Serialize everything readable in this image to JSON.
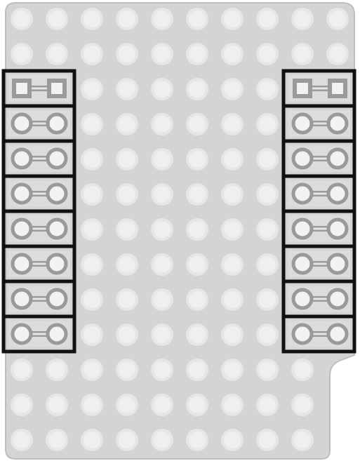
{
  "board": {
    "fill": "#d4d4d4",
    "outline": "#bdbdbd"
  },
  "grid": {
    "rows": 13,
    "cols": 10,
    "pad_ring_color": "#e6e6e6",
    "pad_center_color": "#efefef"
  },
  "headers": {
    "left_pin_rows": 8,
    "right_pin_rows": 8,
    "frame_color": "#111111",
    "pin_ring_color": "#9a9a9a",
    "pin_center_color": "#f2f2f2",
    "square_pad_color": "#9a9a9a",
    "trace_color": "#9a9a9a"
  }
}
